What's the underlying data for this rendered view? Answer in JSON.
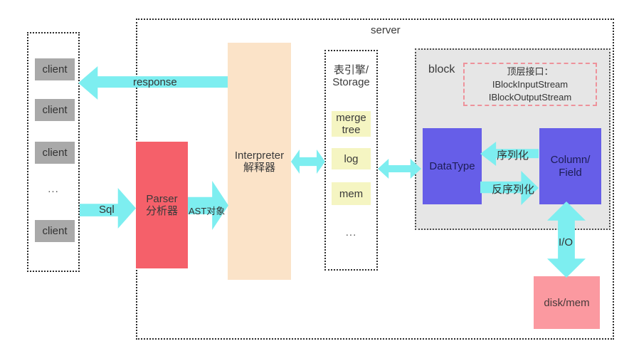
{
  "colors": {
    "arrow_cyan": "#7deef0",
    "parser_red": "#f5606a",
    "interpreter_peach": "#fbe3c8",
    "engine_yellow": "#f5f5c2",
    "datatype_blue": "#665ee8",
    "disk_pink": "#fb99a0",
    "client_gray": "#a9a9a9",
    "block_gray": "#e6e6e6",
    "interface_border_red": "#ee929b"
  },
  "server": {
    "label": "server"
  },
  "clients": {
    "items": [
      "client",
      "client",
      "client",
      "client"
    ],
    "ellipsis": "..."
  },
  "parser": {
    "line1": "Parser",
    "line2": "分析器"
  },
  "interpreter": {
    "line1": "Interpreter",
    "line2": "解释器"
  },
  "arrows": {
    "response": "response",
    "sql": "Sql",
    "ast": "AST对象",
    "serialize": "序列化",
    "deserialize": "反序列化",
    "io": "I/O"
  },
  "storage": {
    "title_line1": "表引擎/",
    "title_line2": "Storage",
    "engines": [
      "merge tree",
      "log",
      "mem"
    ],
    "ellipsis": "..."
  },
  "block": {
    "label": "block",
    "interface_line1": "顶层接口：",
    "interface_line2": "IBlockInputStream",
    "interface_line3": "IBlockOutputStream",
    "datatype": "DataType",
    "column_line1": "Column/",
    "column_line2": "Field"
  },
  "disk": {
    "label": "disk/mem"
  }
}
